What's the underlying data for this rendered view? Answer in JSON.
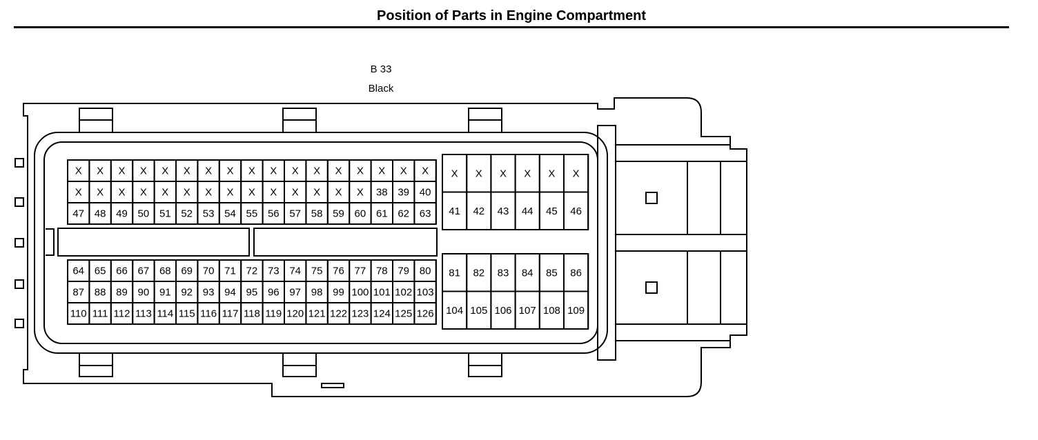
{
  "page": {
    "title": "Position of Parts in Engine Compartment"
  },
  "connector": {
    "id": "B 33",
    "color": "Black"
  },
  "left_block": {
    "top_rows": [
      [
        "X",
        "X",
        "X",
        "X",
        "X",
        "X",
        "X",
        "X",
        "X",
        "X",
        "X",
        "X",
        "X",
        "X",
        "X",
        "X",
        "X"
      ],
      [
        "X",
        "X",
        "X",
        "X",
        "X",
        "X",
        "X",
        "X",
        "X",
        "X",
        "X",
        "X",
        "X",
        "X",
        "38",
        "39",
        "40"
      ],
      [
        "47",
        "48",
        "49",
        "50",
        "51",
        "52",
        "53",
        "54",
        "55",
        "56",
        "57",
        "58",
        "59",
        "60",
        "61",
        "62",
        "63"
      ]
    ],
    "bottom_rows": [
      [
        "64",
        "65",
        "66",
        "67",
        "68",
        "69",
        "70",
        "71",
        "72",
        "73",
        "74",
        "75",
        "76",
        "77",
        "78",
        "79",
        "80"
      ],
      [
        "87",
        "88",
        "89",
        "90",
        "91",
        "92",
        "93",
        "94",
        "95",
        "96",
        "97",
        "98",
        "99",
        "100",
        "101",
        "102",
        "103"
      ],
      [
        "110",
        "111",
        "112",
        "113",
        "114",
        "115",
        "116",
        "117",
        "118",
        "119",
        "120",
        "121",
        "122",
        "123",
        "124",
        "125",
        "126"
      ]
    ]
  },
  "right_block": {
    "top_rows": [
      [
        "X",
        "X",
        "X",
        "X",
        "X",
        "X"
      ],
      [
        "41",
        "42",
        "43",
        "44",
        "45",
        "46"
      ]
    ],
    "bottom_rows": [
      [
        "81",
        "82",
        "83",
        "84",
        "85",
        "86"
      ],
      [
        "104",
        "105",
        "106",
        "107",
        "108",
        "109"
      ]
    ]
  }
}
